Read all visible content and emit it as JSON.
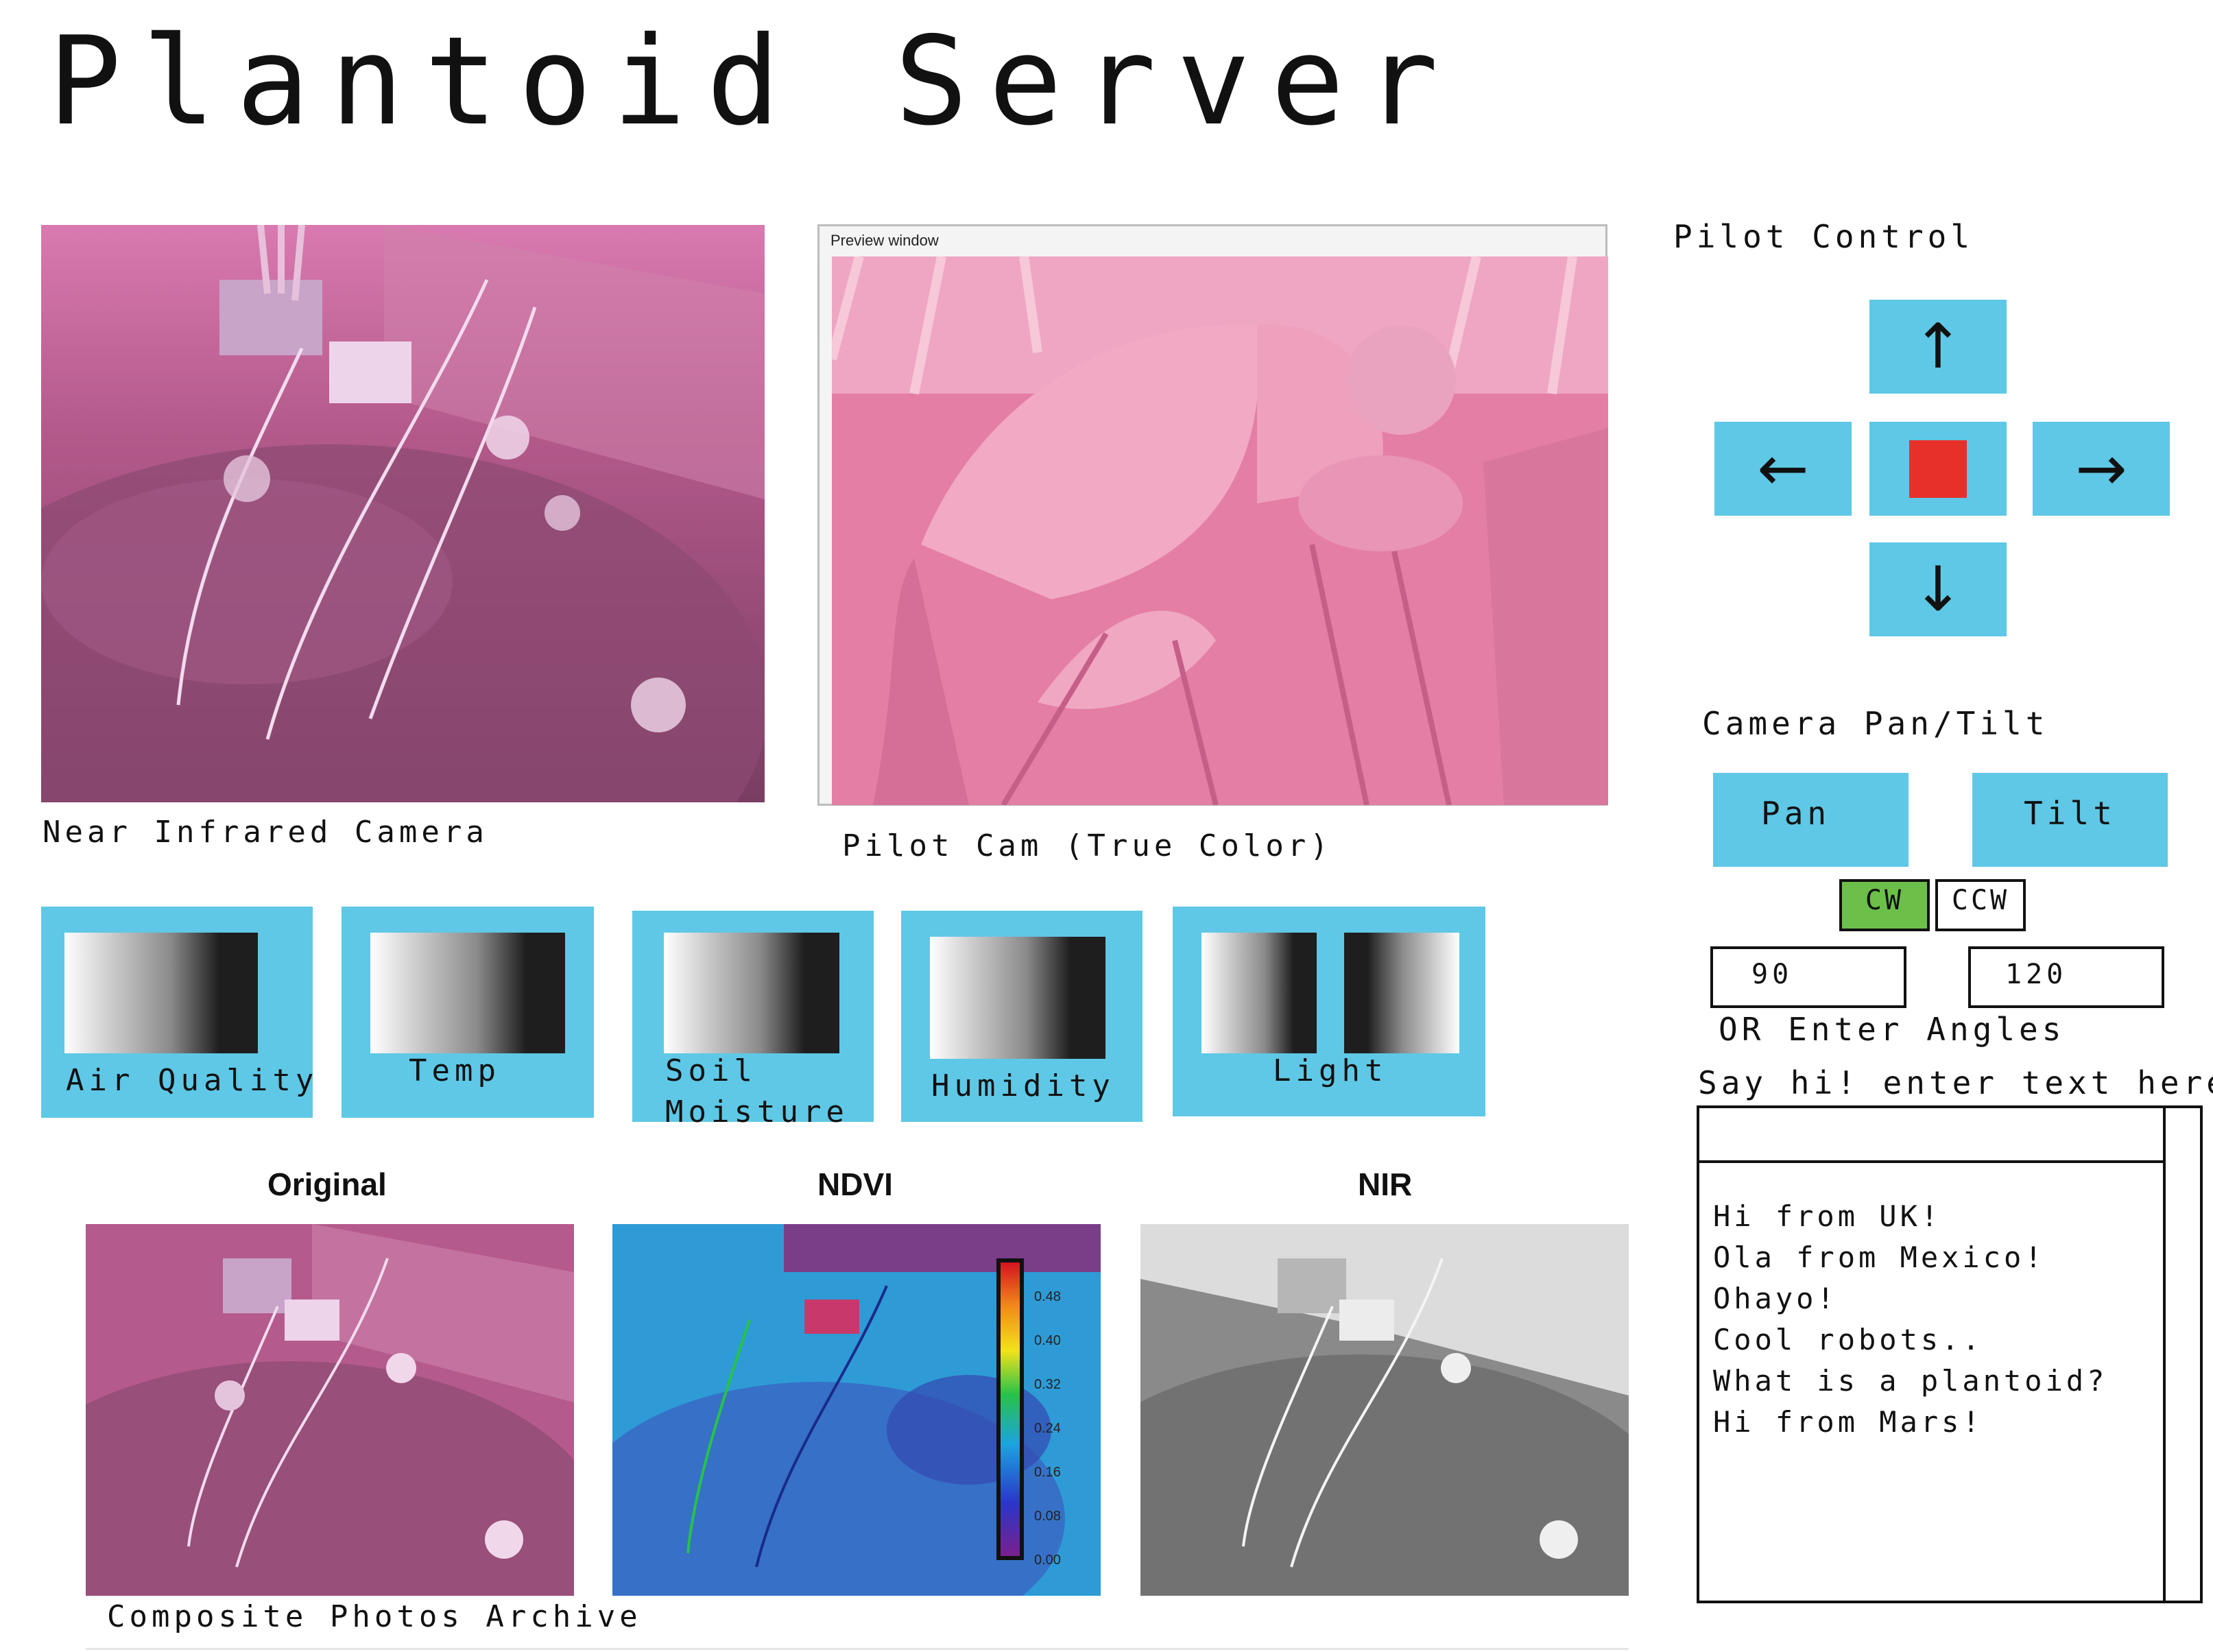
{
  "page": {
    "title": "Plantoid Server"
  },
  "cameras": {
    "nir_label": "Near Infrared Camera",
    "pilot_window_title": "Preview window",
    "pilot_label": "Pilot Cam (True Color)"
  },
  "sensors": [
    {
      "label": "Air Quality"
    },
    {
      "label": "Temp"
    },
    {
      "label_line1": "Soil",
      "label_line2": "Moisture"
    },
    {
      "label": "Humidity"
    },
    {
      "label": "Light"
    }
  ],
  "archive": {
    "headers": [
      "Original",
      "NDVI",
      "NIR"
    ],
    "label": "Composite Photos Archive",
    "ndvi_ticks": [
      "0.48",
      "0.40",
      "0.32",
      "0.24",
      "0.16",
      "0.08",
      "0.00"
    ]
  },
  "pilot": {
    "title": "Pilot Control",
    "up": "↑",
    "left": "←",
    "right": "→",
    "down": "↓"
  },
  "pantilt": {
    "title": "Camera Pan/Tilt",
    "pan_label": "Pan",
    "tilt_label": "Tilt",
    "cw_label": "CW",
    "ccw_label": "CCW",
    "pan_angle": "90",
    "tilt_angle": "120",
    "angles_label": "OR Enter Angles"
  },
  "chat": {
    "prompt": "Say hi! enter text here:",
    "input_value": "",
    "messages": [
      "Hi from UK!",
      "Ola from Mexico!",
      "Ohayo!",
      "Cool robots..",
      "What is a plantoid?",
      "Hi from Mars!"
    ]
  },
  "colors": {
    "accent_blue": "#5ec8e6",
    "stop_red": "#e8302a",
    "cw_green": "#6cc04a"
  }
}
